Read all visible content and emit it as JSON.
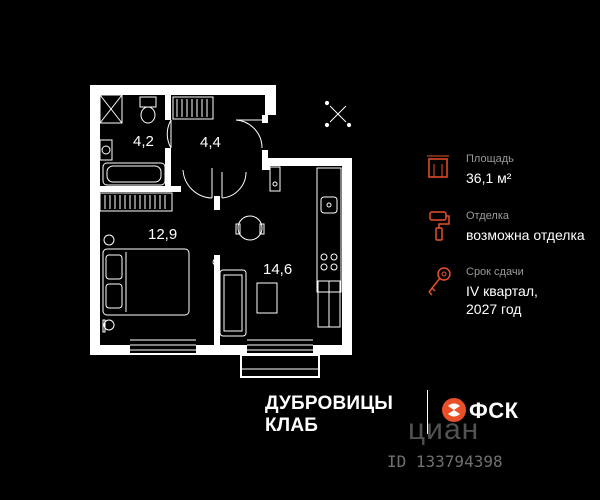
{
  "rooms": {
    "bathroom": "4,2",
    "hall": "4,4",
    "bedroom": "12,9",
    "kitchen_living": "14,6"
  },
  "specs": {
    "area": {
      "icon": "area-plan-icon",
      "label": "Площадь",
      "value": "36,1 м²"
    },
    "finish": {
      "icon": "paint-roller-icon",
      "label": "Отделка",
      "value": "возможна отделка"
    },
    "deadline": {
      "icon": "key-icon",
      "label": "Срок сдачи",
      "value_line1": "IV квартал,",
      "value_line2": "2027 год"
    }
  },
  "brand": {
    "name_line1": "ДУБРОВИЦЫ",
    "name_line2": "КЛАБ",
    "developer": "ФСК"
  },
  "watermark": {
    "text": "циан",
    "listing_id": "ID 133794398"
  },
  "colors": {
    "background": "#000000",
    "accent": "#e8502a",
    "label_gray": "#9a9a9a"
  }
}
